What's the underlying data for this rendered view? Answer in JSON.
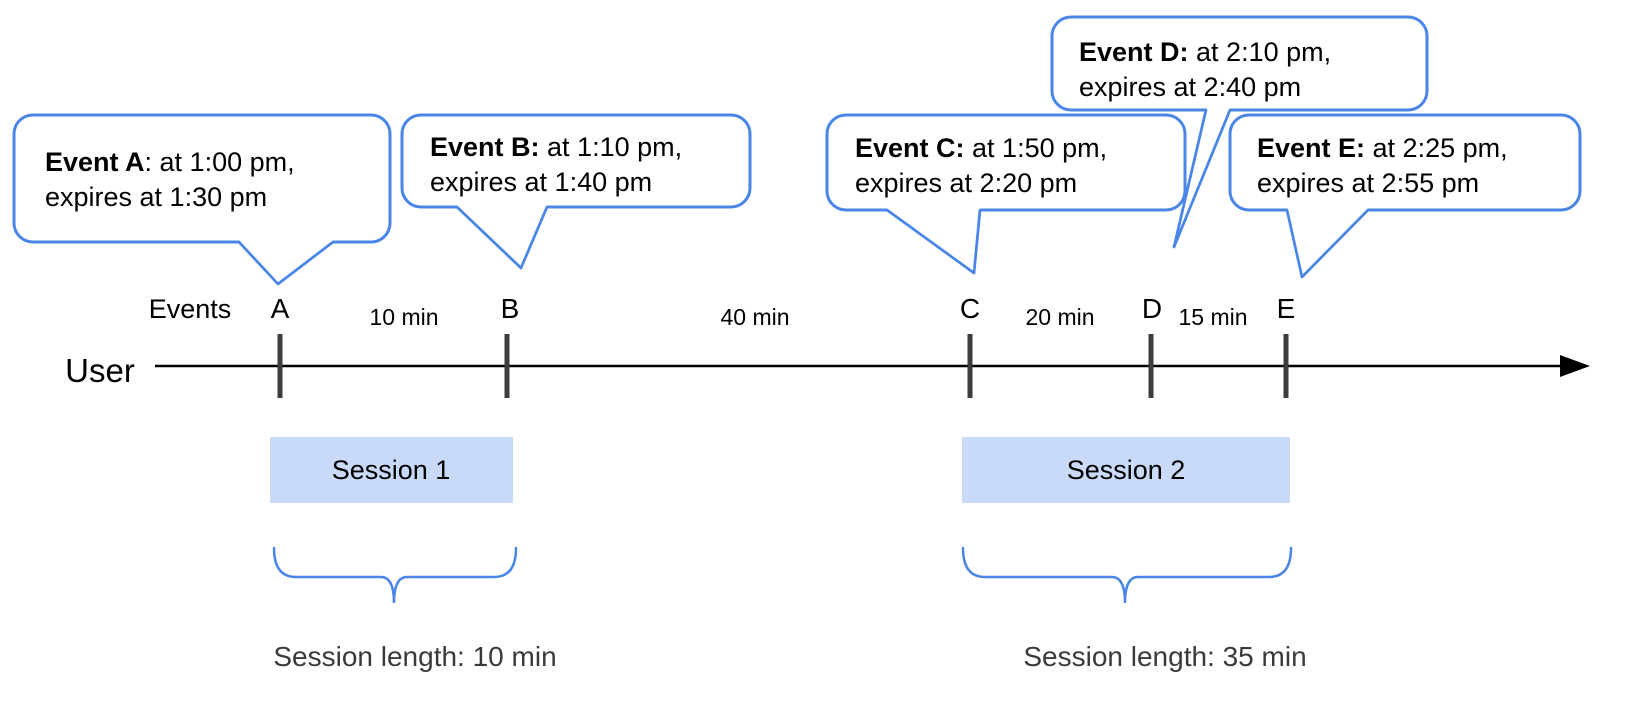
{
  "labels": {
    "events_axis": "Events",
    "user_axis": "User"
  },
  "events": [
    {
      "letter": "A",
      "bold": "Event A",
      "rest": ": at 1:00 pm,",
      "line2": "expires at 1:30 pm"
    },
    {
      "letter": "B",
      "bold": "Event B:",
      "rest": " at 1:10 pm,",
      "line2": "expires at 1:40 pm"
    },
    {
      "letter": "C",
      "bold": "Event C:",
      "rest": " at 1:50 pm,",
      "line2": "expires at 2:20 pm"
    },
    {
      "letter": "D",
      "bold": "Event D:",
      "rest": " at 2:10 pm,",
      "line2": "expires at 2:40 pm"
    },
    {
      "letter": "E",
      "bold": "Event E:",
      "rest": " at 2:25 pm,",
      "line2": "expires at 2:55 pm"
    }
  ],
  "intervals": [
    "10 min",
    "40 min",
    "20 min",
    "15 min"
  ],
  "sessions": [
    {
      "label": "Session 1",
      "length_label": "Session length: 10 min"
    },
    {
      "label": "Session 2",
      "length_label": "Session length: 35 min"
    }
  ],
  "colors": {
    "bubble_border": "#4a86e8",
    "session_fill": "#c9daf8",
    "tick": "#3d3d3d",
    "axis": "#000000",
    "text": "#000000",
    "muted_text": "#3a3a3a"
  }
}
